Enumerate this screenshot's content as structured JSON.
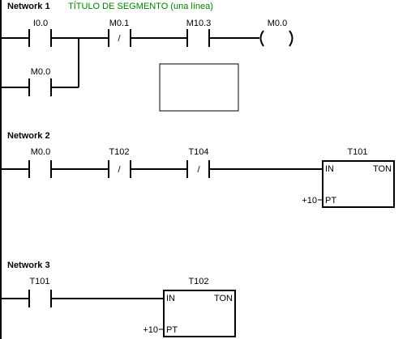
{
  "networks": [
    {
      "title": "Network 1",
      "comment": "TÍTULO DE SEGMENTO (una línea)"
    },
    {
      "title": "Network 2",
      "comment": ""
    },
    {
      "title": "Network 3",
      "comment": ""
    }
  ],
  "network1": {
    "contact_i00": {
      "address": "I0.0",
      "type": "normally-open"
    },
    "contact_m01": {
      "address": "M0.1",
      "type": "normally-closed",
      "symbol": "/"
    },
    "contact_m103": {
      "address": "M10.3",
      "type": "normally-open"
    },
    "coil_m00": {
      "address": "M0.0",
      "type": "coil"
    },
    "contact_m00_parallel": {
      "address": "M0.0",
      "type": "normally-open"
    }
  },
  "network2": {
    "contact_m00": {
      "address": "M0.0",
      "type": "normally-open"
    },
    "contact_t102": {
      "address": "T102",
      "type": "normally-closed",
      "symbol": "/"
    },
    "contact_t104": {
      "address": "T104",
      "type": "normally-closed",
      "symbol": "/"
    },
    "timer": {
      "name": "T101",
      "in_label": "IN",
      "type_label": "TON",
      "pt_label": "PT",
      "pt_value": "+10"
    }
  },
  "network3": {
    "contact_t101": {
      "address": "T101",
      "type": "normally-open"
    },
    "timer": {
      "name": "T102",
      "in_label": "IN",
      "type_label": "TON",
      "pt_label": "PT",
      "pt_value": "+10"
    }
  },
  "colors": {
    "comment": "#008000",
    "wire": "#000000",
    "background": "#ffffff"
  }
}
